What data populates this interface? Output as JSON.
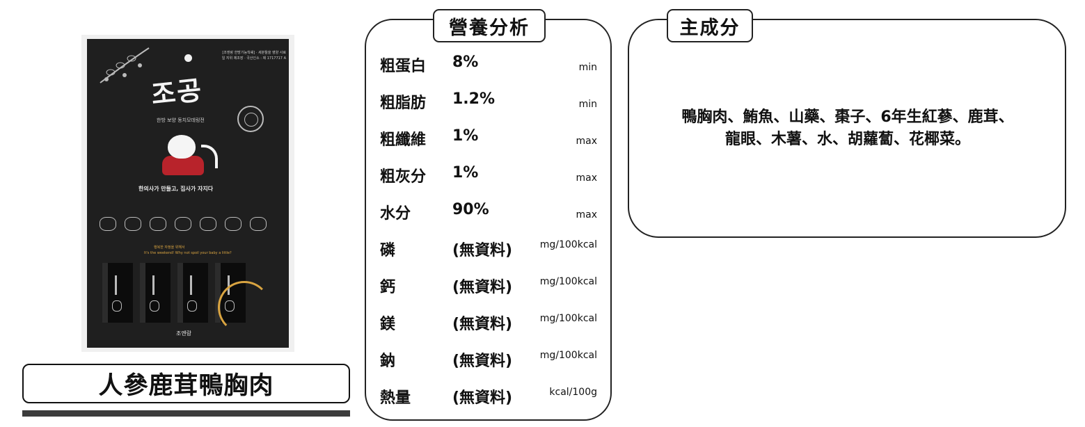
{
  "product": {
    "name": "人參鹿茸鴨胸肉",
    "package": {
      "brand_text": "조공",
      "subtitle": "한방 보양 동치모데링전",
      "slogan": "한의사가 만들고, 집사가 자지다",
      "orange_line_1": "행복한 자정을 위해서",
      "orange_line_2": "It's the weekend! Why not spoil your baby a little?",
      "bottom_text": "조엔랑",
      "info_lines": "[조엔랑 한방기능웍쉐] · 세분들을 영양 사료 일 지위 제조장 · 국산인소 : 제 1717717 A"
    }
  },
  "nutrition": {
    "title": "營養分析",
    "rows": [
      {
        "label": "粗蛋白",
        "value": "8%",
        "unit": "min"
      },
      {
        "label": "粗脂肪",
        "value": "1.2%",
        "unit": "min"
      },
      {
        "label": "粗纖維",
        "value": "1%",
        "unit": "max"
      },
      {
        "label": "粗灰分",
        "value": "1%",
        "unit": "max"
      },
      {
        "label": "水分",
        "value": "90%",
        "unit": "max"
      },
      {
        "label": "磷",
        "value": "(無資料)",
        "unit": "mg/100kcal"
      },
      {
        "label": "鈣",
        "value": "(無資料)",
        "unit": "mg/100kcal"
      },
      {
        "label": "鎂",
        "value": "(無資料)",
        "unit": "mg/100kcal"
      },
      {
        "label": "鈉",
        "value": "(無資料)",
        "unit": "mg/100kcal"
      },
      {
        "label": "熱量",
        "value": "(無資料)",
        "unit": "kcal/100g"
      }
    ]
  },
  "ingredients": {
    "title": "主成分",
    "line_1": "鴨胸肉、鮪魚、山藥、棗子、6年生紅蔘、鹿茸、",
    "line_2": "龍眼、木薯、水、胡蘿蔔、花椰菜。"
  }
}
